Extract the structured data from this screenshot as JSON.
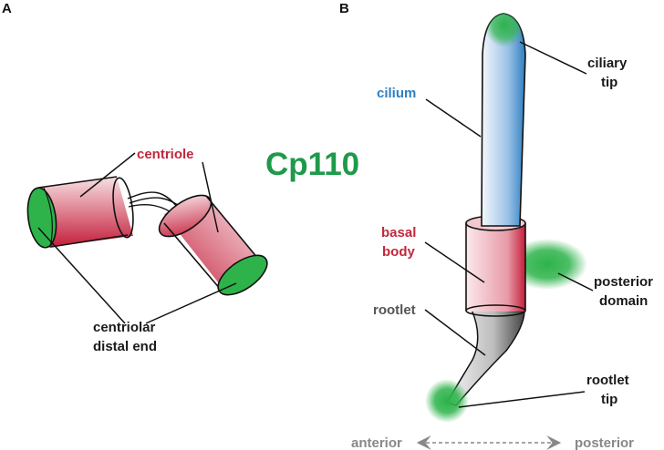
{
  "panels": {
    "a": {
      "letter": "A",
      "labels": {
        "centriole": "centriole",
        "distal_end_line1": "centriolar",
        "distal_end_line2": "distal end"
      }
    },
    "b": {
      "letter": "B",
      "labels": {
        "cilium": "cilium",
        "ciliary_tip_line1": "ciliary",
        "ciliary_tip_line2": "tip",
        "basal_body_line1": "basal",
        "basal_body_line2": "body",
        "posterior_domain_line1": "posterior",
        "posterior_domain_line2": "domain",
        "rootlet": "rootlet",
        "rootlet_tip_line1": "rootlet",
        "rootlet_tip_line2": "tip"
      },
      "axis": {
        "left": "anterior",
        "right": "posterior"
      }
    }
  },
  "protein_name": "Cp110",
  "colors": {
    "protein_green": "#1e9a4a",
    "signal_green": "#2db34a",
    "centriole_red": "#c0283c",
    "cilium_blue": "#2e7fc2",
    "axis_gray": "#888888",
    "label_dark": "#1a1a1a",
    "rootlet_gray": "#555555"
  }
}
